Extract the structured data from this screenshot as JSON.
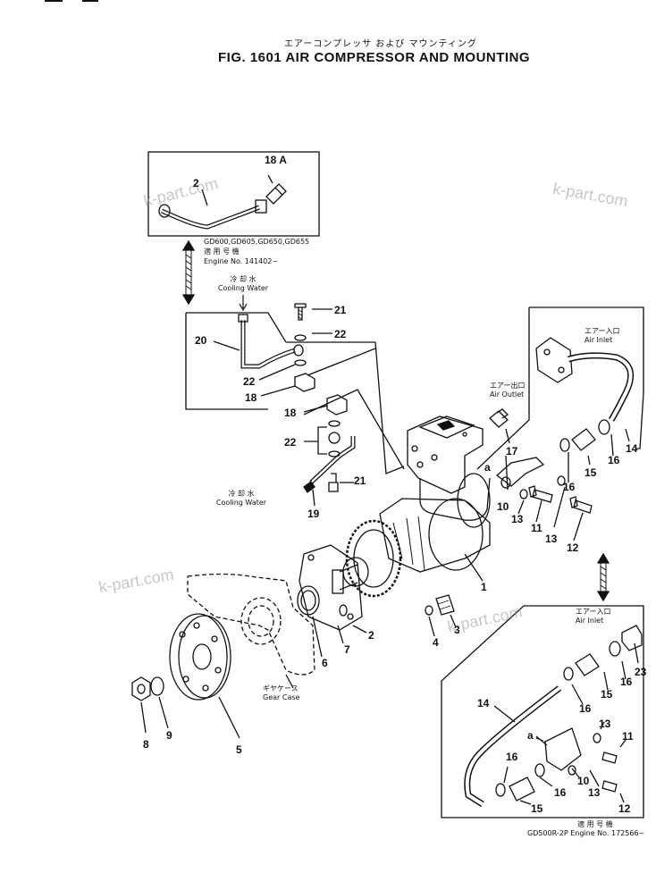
{
  "header": {
    "title_jp": "エアーコンプレッサ および マウンティング",
    "title": "FIG. 1601  AIR COMPRESSOR AND MOUNTING"
  },
  "watermark": "k-part.com",
  "inset_top": {
    "models": "GD600,GD605,GD650,GD655",
    "applicable_jp": "適 用 号 機",
    "engine_no": "Engine No. 141402~"
  },
  "cooling_water": {
    "jp": "冷 却 水",
    "en": "Cooling Water"
  },
  "air_inlet": {
    "jp": "エアー入口",
    "en": "Air Inlet"
  },
  "air_outlet": {
    "jp": "エアー出口",
    "en": "Air Outlet"
  },
  "gear_case": {
    "jp": "ギヤケース",
    "en": "Gear Case"
  },
  "inset_bottom": {
    "applicable_jp": "適 用 号 機",
    "engine_no": "GD500R-2P  Engine No. 172566~"
  },
  "callouts": {
    "c1": "1",
    "c2": "2",
    "c3": "3",
    "c4": "4",
    "c5": "5",
    "c6": "6",
    "c7": "7",
    "c8": "8",
    "c9": "9",
    "c10": "10",
    "c11": "11",
    "c12": "12",
    "c13": "13",
    "c14": "14",
    "c15": "15",
    "c16": "16",
    "c17": "17",
    "c18": "18",
    "c18a": "18 A",
    "c19": "19",
    "c20": "20",
    "c21": "21",
    "c22": "22",
    "c23": "23",
    "ca": "a"
  }
}
